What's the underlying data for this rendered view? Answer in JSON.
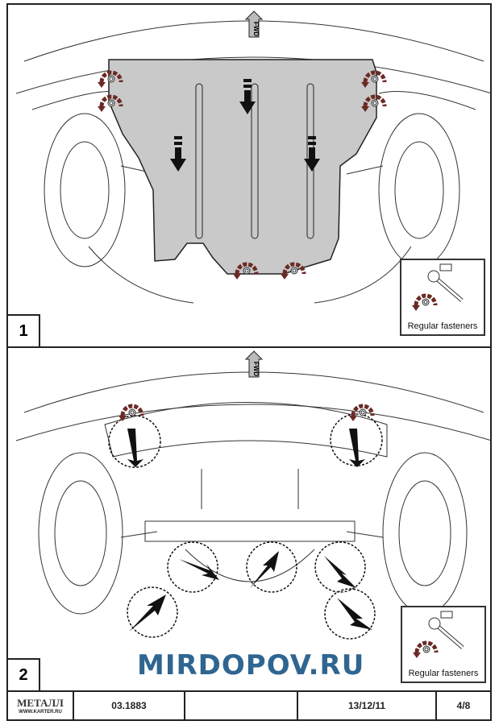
{
  "panels": [
    {
      "number": "1",
      "legend": "Regular fasteners",
      "fwd": "FWD"
    },
    {
      "number": "2",
      "legend": "Regular fasteners",
      "fwd": "FWD"
    }
  ],
  "footer": {
    "logo": "МЕТАЛЛ",
    "logo_site": "WWW.KARTER.RU",
    "code": "03.1883",
    "blank": "",
    "date": "13/12/11",
    "page": "4/8"
  },
  "watermark": "MIRDOPOV.RU",
  "colors": {
    "plate": "#c9c9c9",
    "fastener_arrow": "#6b2a24",
    "outline": "#333333"
  }
}
